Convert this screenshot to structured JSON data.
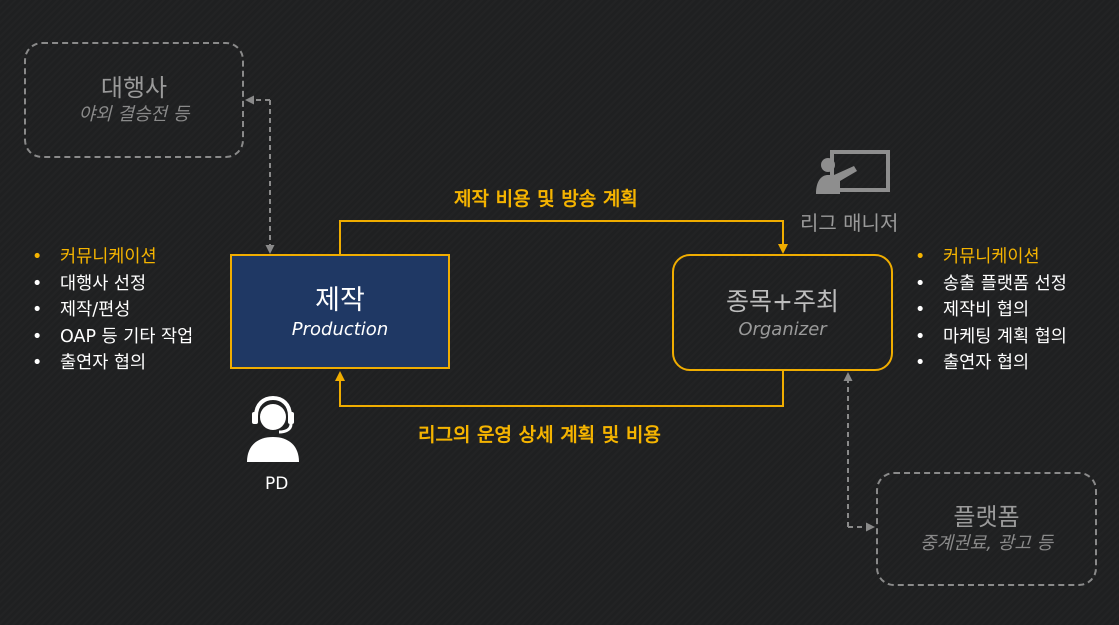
{
  "agency": {
    "title": "대행사",
    "subtitle": "야외 결승전 등"
  },
  "production": {
    "title": "제작",
    "subtitle": "Production"
  },
  "organizer": {
    "title": "종목+주최",
    "subtitle": "Organizer"
  },
  "platform": {
    "title": "플랫폼",
    "subtitle": "중계권료, 광고 등"
  },
  "flows": {
    "top_label": "제작 비용 및 방송 계획",
    "bottom_label": "리그의 운영 상세 계획 및 비용"
  },
  "league_manager": {
    "label": "리그 매니저",
    "icon": "presentation-icon"
  },
  "pd": {
    "label": "PD",
    "icon": "headset-user-icon"
  },
  "left_list": [
    "커뮤니케이션",
    "대행사 선정",
    "제작/편성",
    "OAP 등 기타 작업",
    "출연자 협의"
  ],
  "right_list": [
    "커뮤니케이션",
    "송출 플랫폼 선정",
    "제작비 협의",
    "마케팅 계획 협의",
    "출연자 협의"
  ],
  "colors": {
    "accent": "#f5b400",
    "production_fill": "#1f3864",
    "background": "#1f2021"
  }
}
